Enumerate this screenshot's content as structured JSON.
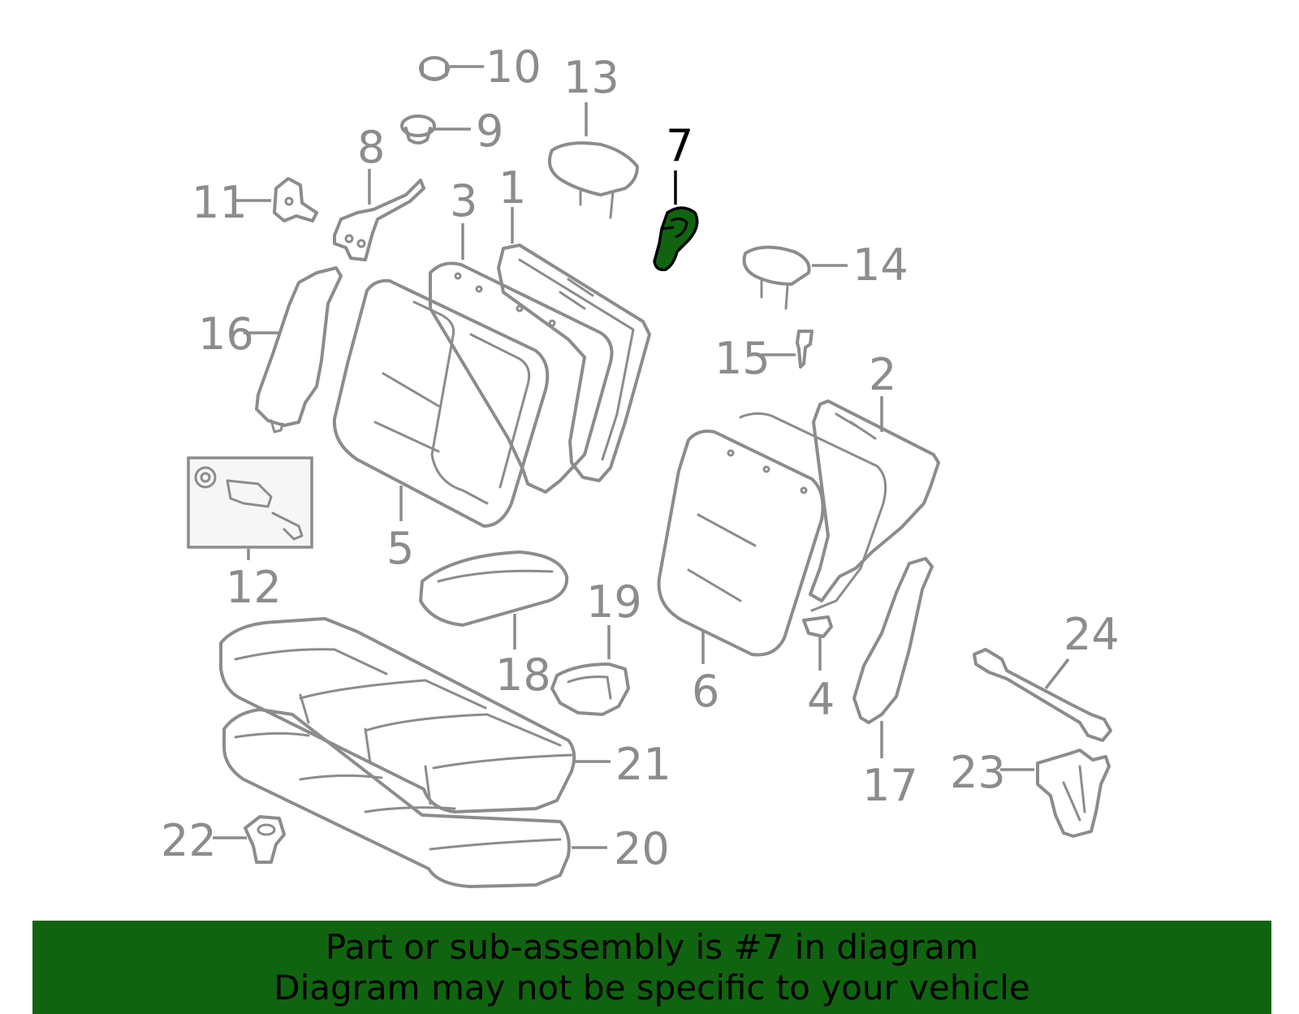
{
  "callouts": {
    "c1": "1",
    "c2": "2",
    "c3": "3",
    "c4": "4",
    "c5": "5",
    "c6": "6",
    "c7": "7",
    "c8": "8",
    "c9": "9",
    "c10": "10",
    "c11": "11",
    "c12": "12",
    "c13": "13",
    "c14": "14",
    "c15": "15",
    "c16": "16",
    "c17": "17",
    "c18": "18",
    "c19": "19",
    "c20": "20",
    "c21": "21",
    "c22": "22",
    "c23": "23",
    "c24": "24"
  },
  "highlight": {
    "part": "7",
    "color": "#106410"
  },
  "banner": {
    "line1": "Part or sub-assembly is #7 in diagram",
    "line2": "Diagram may not be specific to your vehicle",
    "color": "#106410"
  }
}
